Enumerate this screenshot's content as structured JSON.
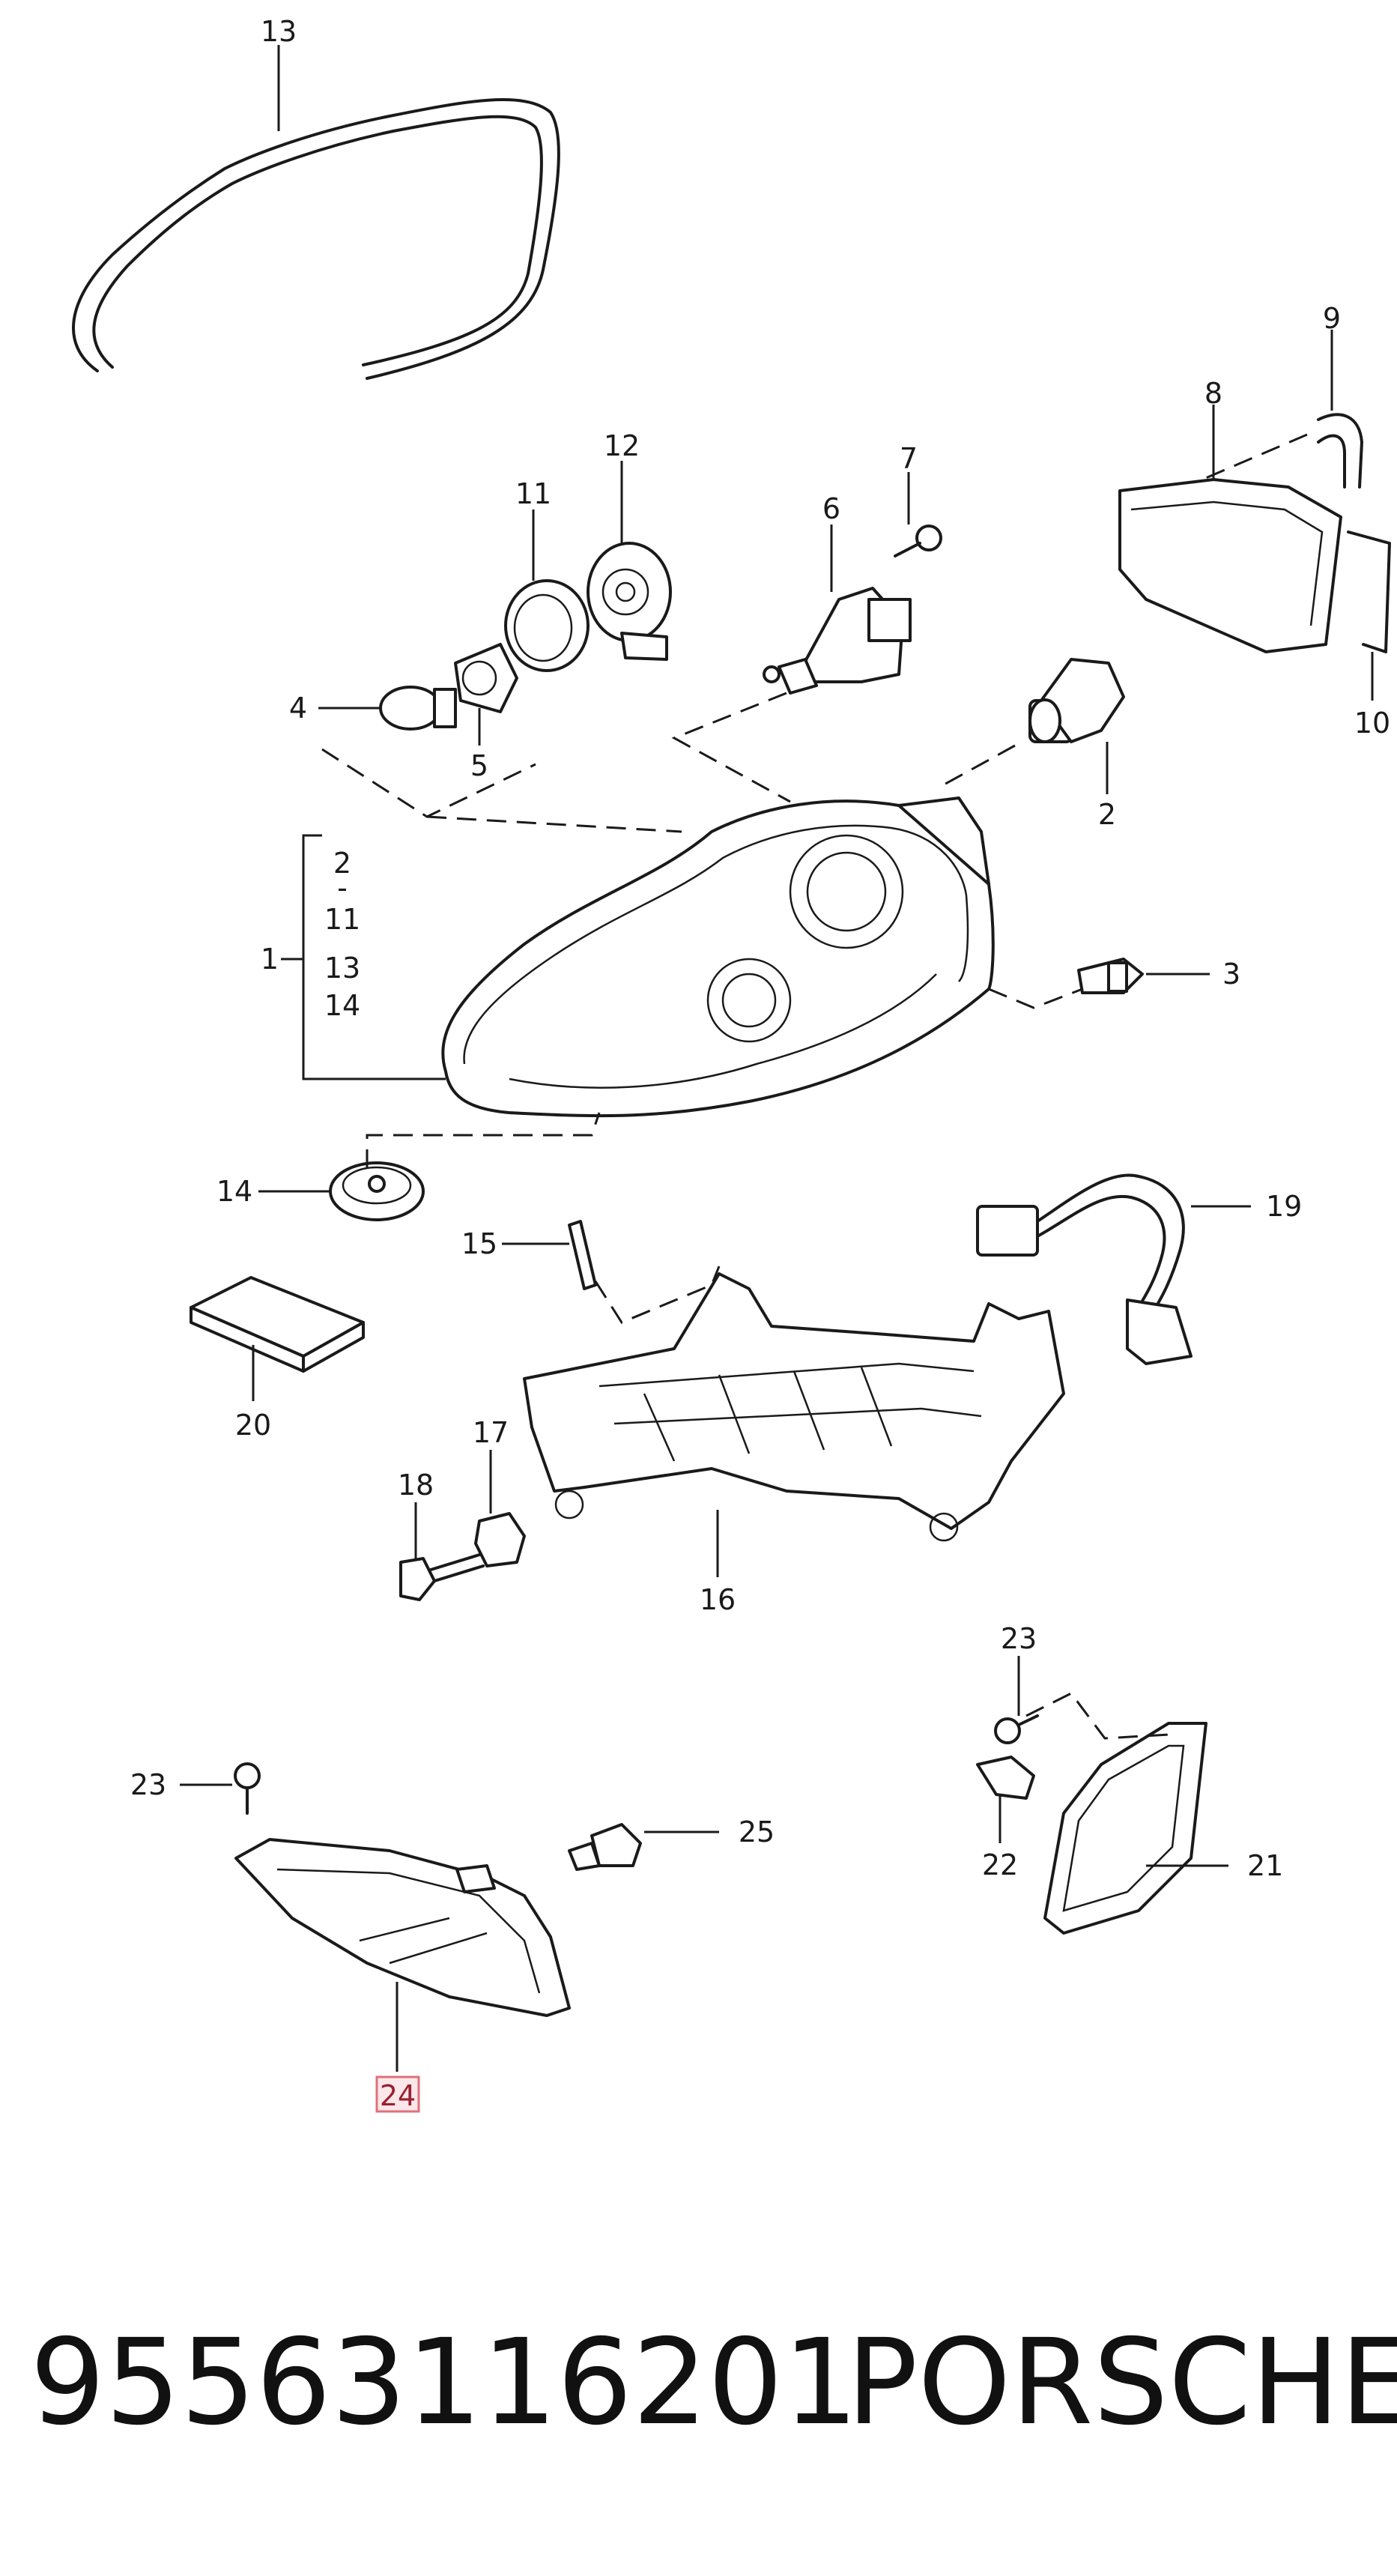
{
  "diagram": {
    "callouts": {
      "c1": "1",
      "c2": "2",
      "c3": "3",
      "c4": "4",
      "c5": "5",
      "c6": "6",
      "c7": "7",
      "c8": "8",
      "c9": "9",
      "c10": "10",
      "c11": "11",
      "c12": "12",
      "c13": "13",
      "c14": "14",
      "c15": "15",
      "c16": "16",
      "c17": "17",
      "c18": "18",
      "c19": "19",
      "c20": "20",
      "c21": "21",
      "c22": "22",
      "c23a": "23",
      "c23b": "23",
      "c24": "24",
      "c25": "25"
    },
    "group_1_list": {
      "item_2": "2",
      "separator": "-",
      "item_11": "11",
      "item_13": "13",
      "item_14": "14"
    },
    "highlighted_callout": "24",
    "highlight_color": "#e0707a"
  },
  "footer": {
    "part_number": "95563116201",
    "brand": "PORSCHE"
  }
}
